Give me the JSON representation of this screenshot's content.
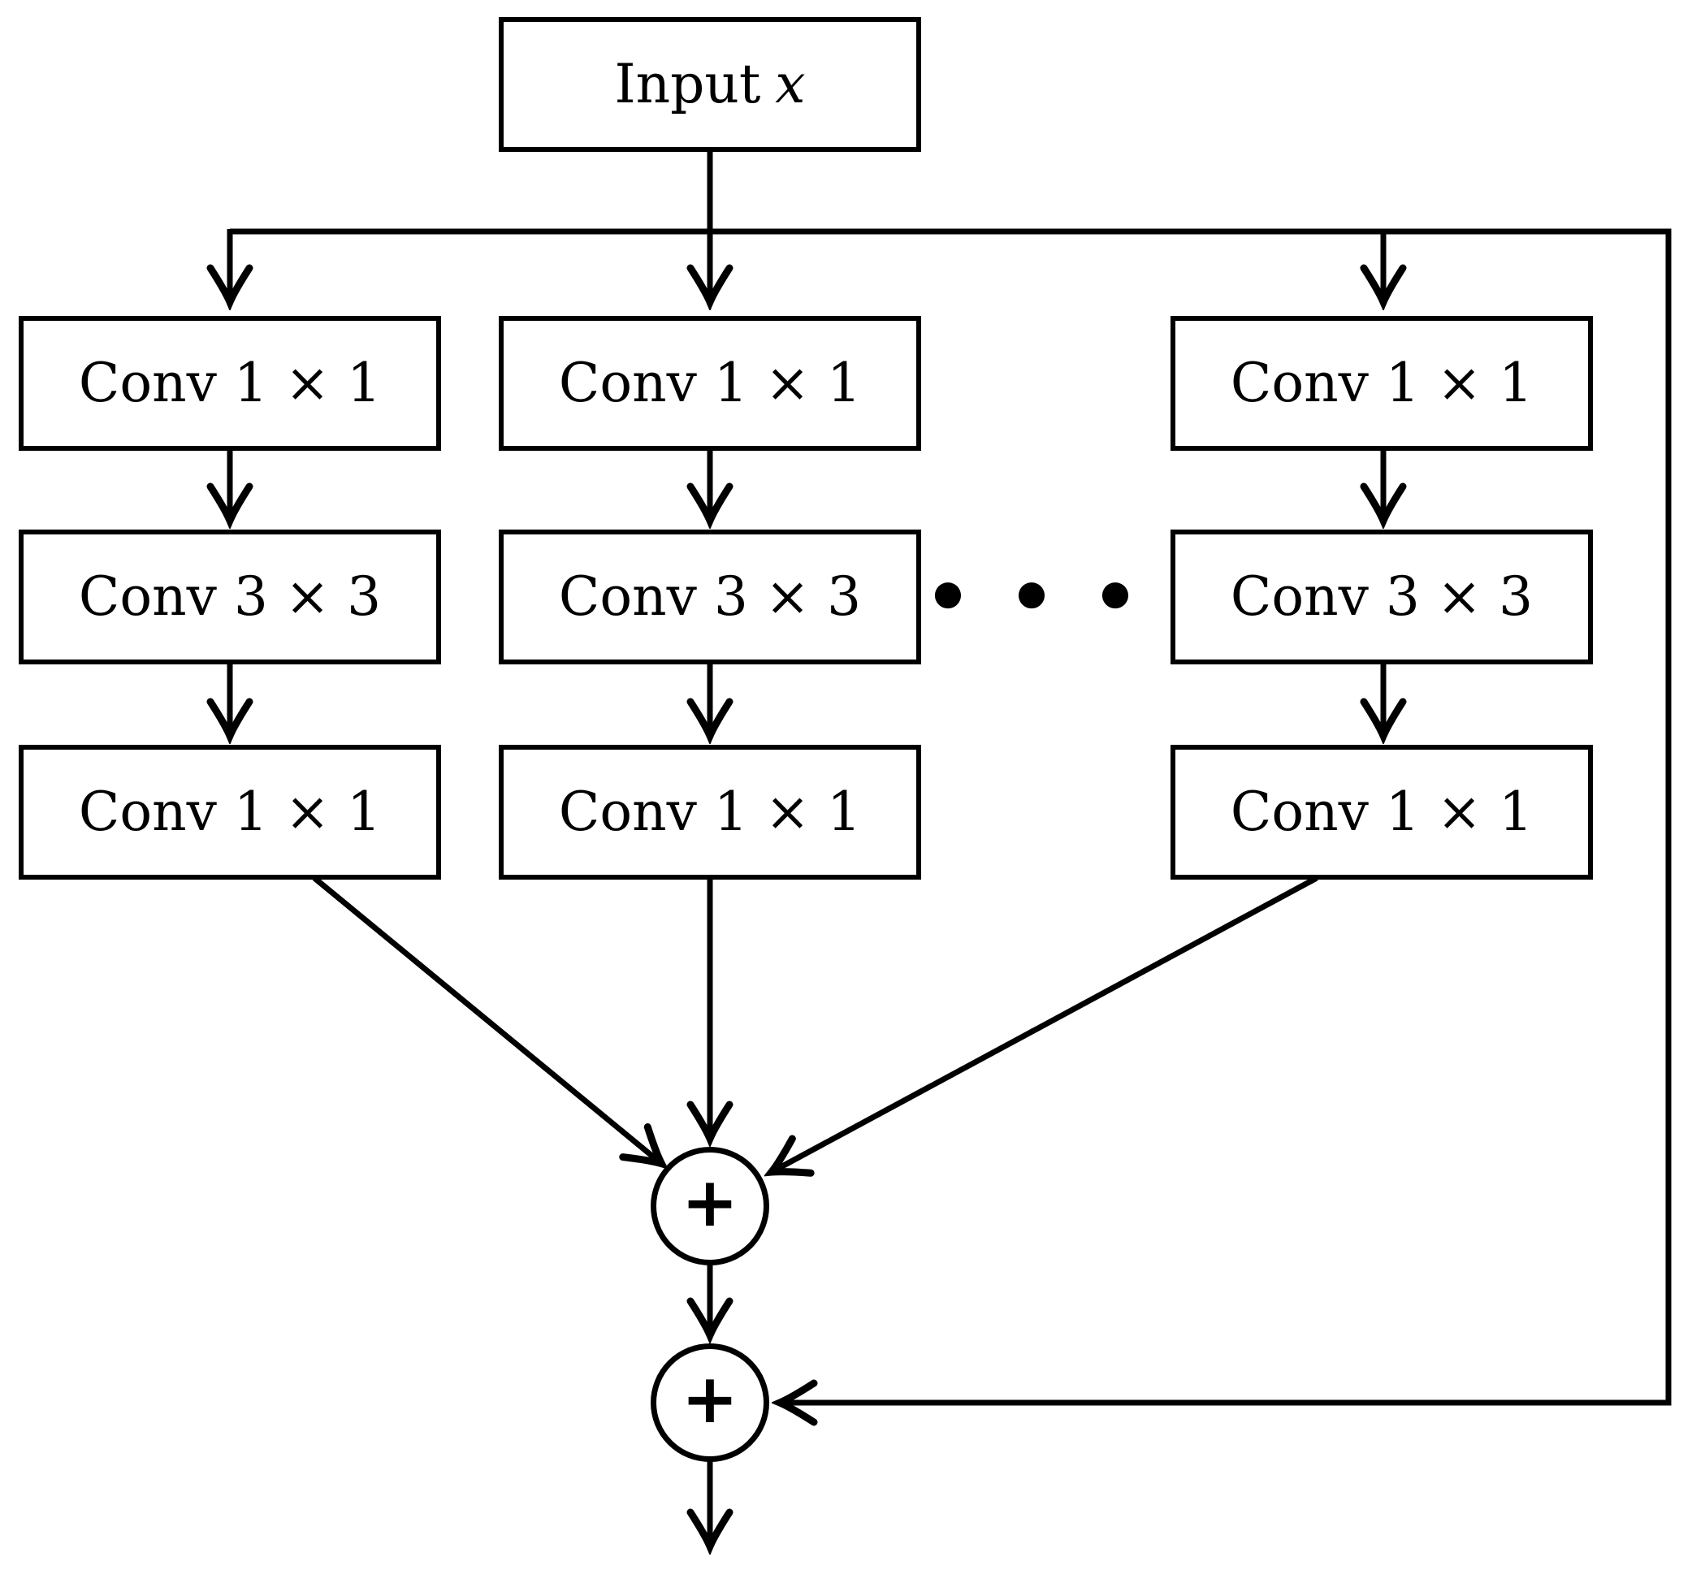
{
  "diagram": {
    "input": {
      "label": "Input",
      "variable": "x"
    },
    "branches": [
      {
        "layers": [
          "Conv 1 × 1",
          "Conv 3 × 3",
          "Conv 1 × 1"
        ]
      },
      {
        "layers": [
          "Conv 1 × 1",
          "Conv 3 × 3",
          "Conv 1 × 1"
        ]
      },
      {
        "layers": [
          "Conv 1 × 1",
          "Conv 3 × 3",
          "Conv 1 × 1"
        ]
      }
    ],
    "ellipsis": "● ● ●",
    "sum_nodes": [
      {
        "symbol": "+"
      },
      {
        "symbol": "+"
      }
    ],
    "colors": {
      "line": "#000000",
      "background": "#ffffff"
    }
  }
}
